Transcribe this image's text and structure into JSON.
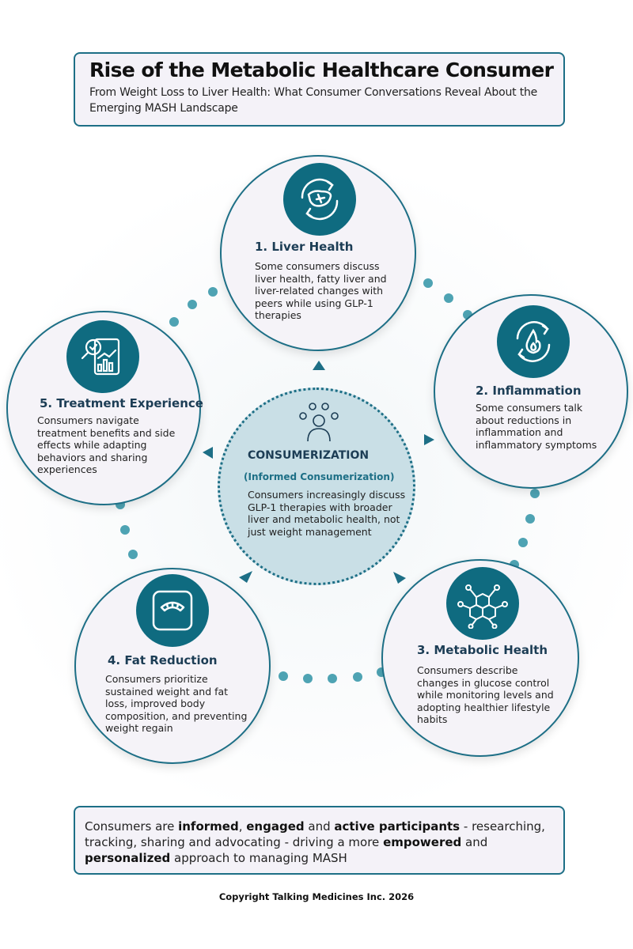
{
  "header": {
    "title": "Rise of the Metabolic Healthcare Consumer",
    "subtitle": "From Weight Loss to Liver Health: What Consumer Conversations Reveal About the Emerging MASH Landscape"
  },
  "center": {
    "title": "CONSUMERIZATION",
    "subtitle": "(Informed Consumerization)",
    "desc": "Consumers increasingly discuss GLP-1 therapies with broader liver and metabolic health, not just weight management",
    "icon": "consumer-person-icon"
  },
  "nodes": [
    {
      "title": "1. Liver Health",
      "desc": "Some consumers discuss liver health, fatty liver and liver-related changes with peers while using GLP-1 therapies",
      "icon": "liver-cycle-icon"
    },
    {
      "title": "2. Inflammation",
      "desc": "Some consumers talk about reductions in inflammation and inflammatory symptoms",
      "icon": "flame-cycle-icon"
    },
    {
      "title": "3. Metabolic Health",
      "desc": "Consumers describe changes in glucose control while monitoring levels and adopting healthier lifestyle habits",
      "icon": "molecule-icon"
    },
    {
      "title": "4. Fat Reduction",
      "desc": "Consumers prioritize sustained weight and fat loss, improved body composition, and preventing weight regain",
      "icon": "scale-icon"
    },
    {
      "title": "5. Treatment Experience",
      "desc": "Consumers navigate treatment benefits and side effects while adapting behaviors and sharing experiences",
      "icon": "chart-clipboard-icon"
    }
  ],
  "bottom": {
    "p1": "Consumers are ",
    "b1": "informed",
    "p2": ", ",
    "b2": "engaged",
    "p3": " and ",
    "b3": "active participants",
    "p4": " - researching, tracking, sharing and advocating - driving a more ",
    "b4": "empowered",
    "p5": " and ",
    "b5": "personalized",
    "p6": " approach to managing MASH"
  },
  "copyright": "Copyright Talking Medicines Inc. 2026",
  "colors": {
    "accent": "#1d6f86",
    "icon_bg": "#0f6b80",
    "center_fill": "#c9dfe6",
    "dot": "#4ea3b3"
  }
}
